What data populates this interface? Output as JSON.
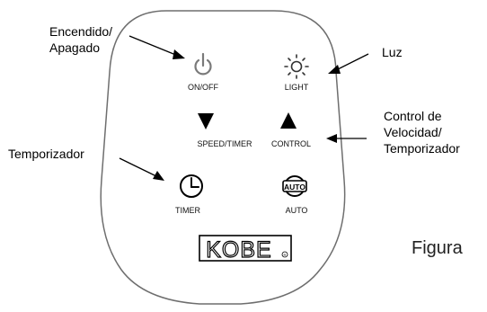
{
  "callouts": {
    "power": [
      "Encendido/",
      "Apagado"
    ],
    "light": "Luz",
    "speed_control": [
      "Control de",
      "Velocidad/",
      "Temporizador"
    ],
    "timer": "Temporizador"
  },
  "buttons": {
    "onoff": {
      "label": "ON/OFF",
      "icon": "power-icon"
    },
    "light": {
      "label": "LIGHT",
      "icon": "sun-icon"
    },
    "speed_timer": {
      "label": "SPEED/TIMER",
      "icon": "triangle-down-icon"
    },
    "control": {
      "label": "CONTROL",
      "icon": "triangle-up-icon"
    },
    "timer": {
      "label": "TIMER",
      "icon": "clock-icon"
    },
    "auto": {
      "label": "AUTO",
      "icon": "auto-icon",
      "icon_text": "AUTO"
    }
  },
  "brand": {
    "logo_text": "KOBE"
  },
  "figure_label": "Figura",
  "colors": {
    "outline": "#6e6e6e",
    "ink": "#000000",
    "icon_gray": "#7a7a7a"
  }
}
